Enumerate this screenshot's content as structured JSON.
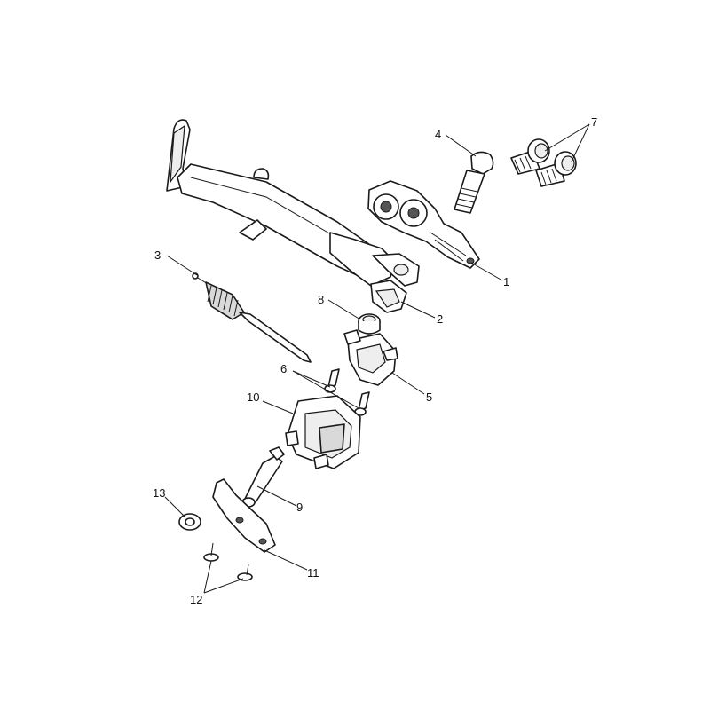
{
  "callouts": {
    "c1": "1",
    "c2": "2",
    "c3": "3",
    "c4": "4",
    "c5": "5",
    "c6": "6",
    "c7": "7",
    "c8": "8",
    "c9": "9",
    "c10": "10",
    "c11": "11",
    "c12": "12",
    "c13": "13"
  },
  "colors": {
    "line": "#1a1a1a",
    "fill": "#ffffff",
    "shade": "#d9d9d9"
  }
}
